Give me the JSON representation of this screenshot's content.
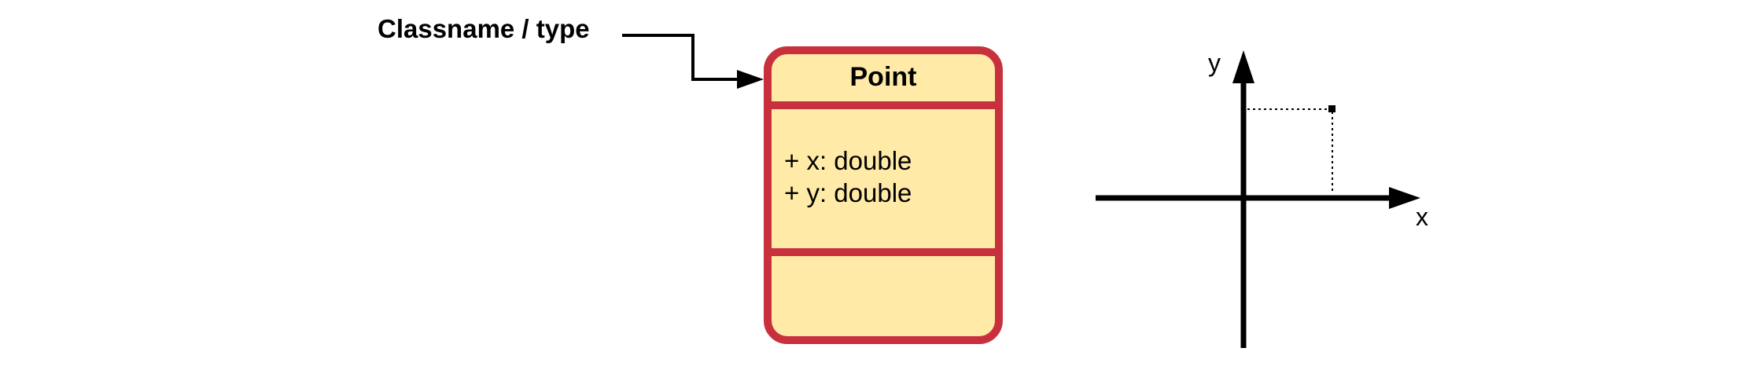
{
  "annotation": {
    "label": "Classname / type"
  },
  "uml_class": {
    "name": "Point",
    "attributes": [
      "+ x: double",
      "+ y: double"
    ],
    "methods": []
  },
  "coordinate_plot": {
    "x_axis_label": "x",
    "y_axis_label": "y"
  },
  "colors": {
    "class_border": "#c9303e",
    "class_fill": "#ffeaa7",
    "stroke": "#000000"
  }
}
